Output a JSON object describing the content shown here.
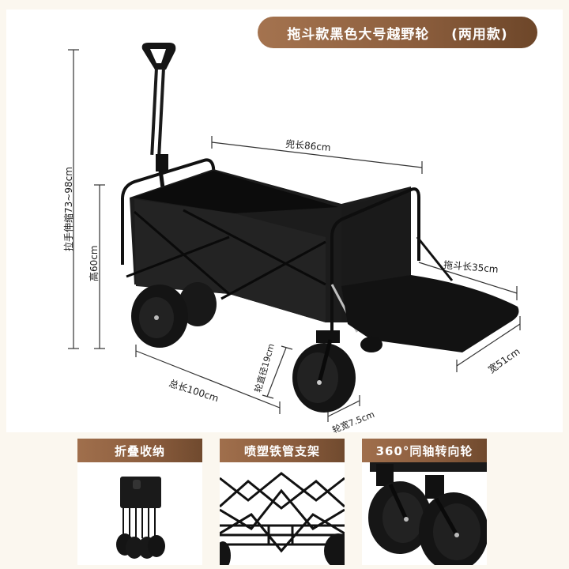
{
  "header": {
    "title": "拖斗款黑色大号越野轮    (两用款)"
  },
  "dimensions": {
    "handle_extension": "拉手伸缩73~98cm",
    "height": "高60cm",
    "basket_length": "兜长86cm",
    "tailgate_length": "拖斗长35cm",
    "width": "宽51cm",
    "total_length": "总长100cm",
    "wheel_diameter": "轮直径19cm",
    "wheel_width": "轮宽7.5cm"
  },
  "features": [
    {
      "label": "折叠收纳",
      "image": "folded-wagon"
    },
    {
      "label": "喷塑铁管支架",
      "image": "steel-frame-closeup"
    },
    {
      "label": "360°同轴转向轮",
      "image": "swivel-wheels-closeup"
    }
  ],
  "colors": {
    "accent_brown": "#8d5f3e",
    "background": "#fbf7ef",
    "panel": "#ffffff",
    "product_black": "#141414"
  }
}
